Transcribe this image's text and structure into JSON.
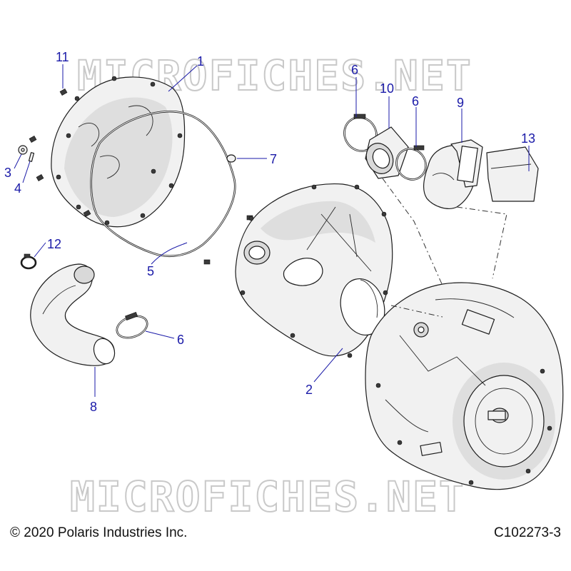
{
  "watermark": "MICROFICHES.NET",
  "copyright": "© 2020 Polaris Industries Inc.",
  "diagram_code": "C102273-3",
  "callouts": {
    "c1": "1",
    "c2": "2",
    "c3": "3",
    "c4": "4",
    "c5": "5",
    "c6a": "6",
    "c6b": "6",
    "c6c": "6",
    "c7": "7",
    "c8": "8",
    "c9": "9",
    "c10": "10",
    "c11": "11",
    "c12": "12",
    "c13": "13"
  },
  "colors": {
    "callout": "#1a1aa8",
    "outline": "#1c1c1c",
    "watermark": "#c9c9c9"
  }
}
